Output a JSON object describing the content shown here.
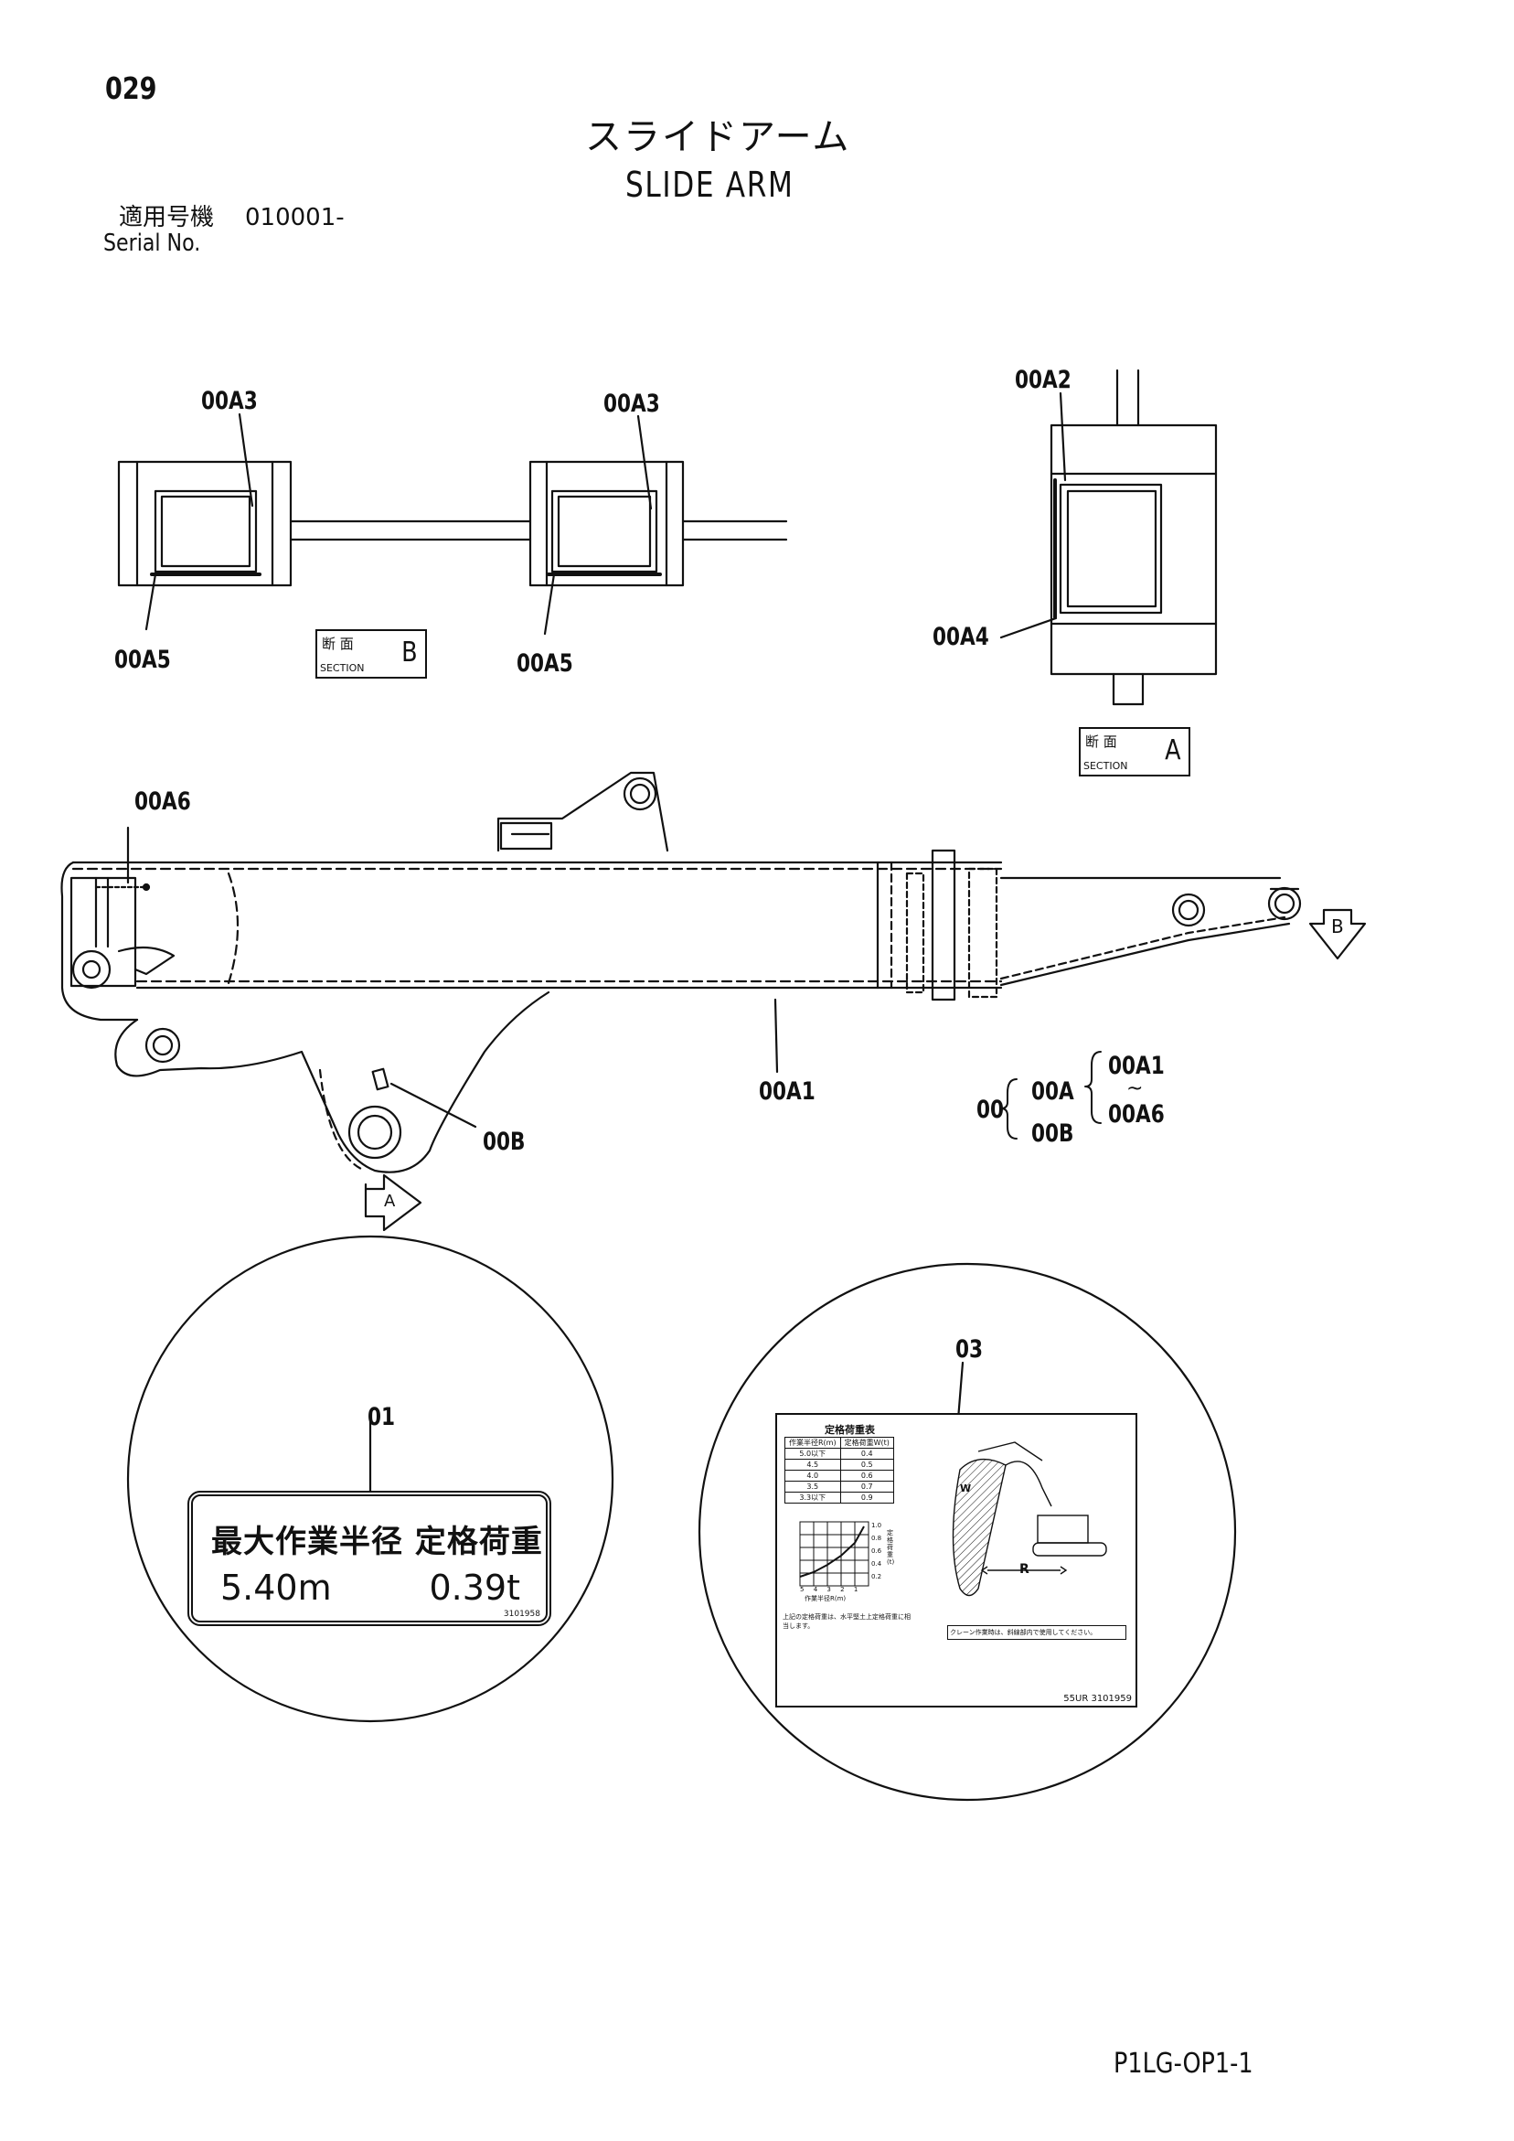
{
  "page_number": "029",
  "title_jp": "スライドアーム",
  "title_en": "SLIDE ARM",
  "serial": {
    "label_jp": "適用号機",
    "value": "010001-",
    "label_en": "Serial No."
  },
  "callouts": {
    "a3_left": "00A3",
    "a3_right": "00A3",
    "a5_left": "00A5",
    "a5_right": "00A5",
    "a2": "00A2",
    "a4": "00A4",
    "a6": "00A6",
    "a1": "00A1",
    "b": "00B",
    "decal_01": "01",
    "decal_03": "03"
  },
  "sections": {
    "b": {
      "jp": "断 面",
      "en": "SECTION",
      "letter": "B"
    },
    "a": {
      "jp": "断 面",
      "en": "SECTION",
      "letter": "A"
    }
  },
  "view_arrows": {
    "b": "B",
    "a": "A"
  },
  "parts_tree": {
    "root": "00",
    "group_a": "00A",
    "group_b": "00B",
    "range_start": "00A1",
    "range_sep": "~",
    "range_end": "00A6"
  },
  "decal_01": {
    "line1": "最大作業半径 定格荷重",
    "radius": "5.40m",
    "load": "0.39t",
    "part_no": "3101958"
  },
  "decal_03": {
    "title": "定格荷重表",
    "col_radius": "作業半径R(m)",
    "col_load": "定格荷重W(t)",
    "rows": [
      {
        "r": "5.0以下",
        "w": "0.4"
      },
      {
        "r": "4.5",
        "w": "0.5"
      },
      {
        "r": "4.0",
        "w": "0.6"
      },
      {
        "r": "3.5",
        "w": "0.7"
      },
      {
        "r": "3.3以下",
        "w": "0.9"
      }
    ],
    "y_ticks": [
      "1.0",
      "0.8",
      "0.6",
      "0.4",
      "0.2"
    ],
    "x_ticks": [
      "5",
      "4",
      "3",
      "2",
      "1"
    ],
    "x_label": "作業半径R(m)",
    "y_label": "定格荷重(t)",
    "r_label": "R",
    "w_label": "W",
    "warn": "クレーン作業時は、斜線部内で使用してください。",
    "note1": "上記の定格荷重は、水平堅土上定格荷重に相当します。",
    "code": "55UR 3101959"
  },
  "footer_code": "P1LG-OP1-1"
}
